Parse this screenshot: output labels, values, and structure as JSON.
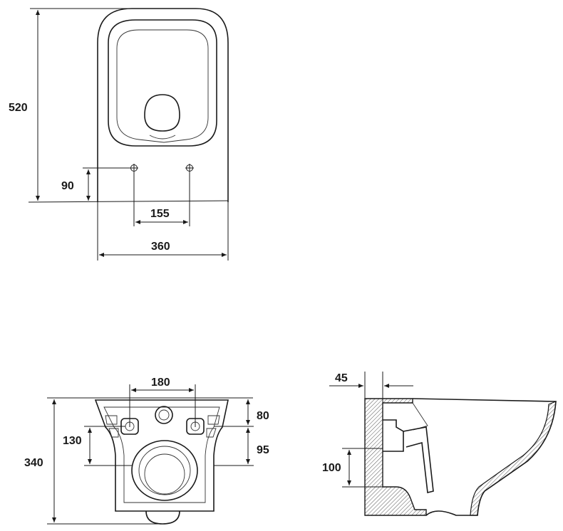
{
  "top_view": {
    "dim_length": "520",
    "dim_hole_offset": "90",
    "dim_hole_spacing": "155",
    "dim_width": "360"
  },
  "front_view": {
    "dim_hole_spacing": "180",
    "dim_height": "340",
    "dim_hole_height": "130",
    "dim_upper": "80",
    "dim_lower": "95"
  },
  "side_view": {
    "dim_offset": "45",
    "dim_outlet": "100"
  }
}
